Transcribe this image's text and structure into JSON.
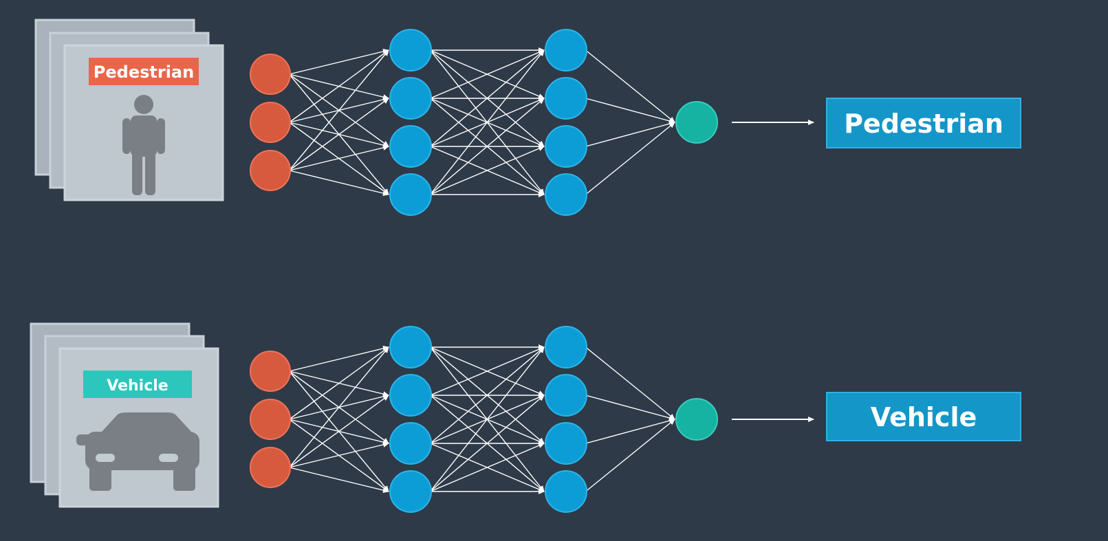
{
  "colors": {
    "background": "#2e3a48",
    "input_node": "#d85a3e",
    "hidden_node": "#0d9dd6",
    "output_node": "#16b3a3",
    "edge": "#ffffff",
    "image_frame": "#b7c0c9",
    "image_fill": "#c3cbd3",
    "icon": "#7a7f86",
    "result_box": "#1596c8"
  },
  "rows": [
    {
      "image_tag": {
        "text": "Pedestrian",
        "color": "#e8664a"
      },
      "image_icon": "pedestrian-icon",
      "network": {
        "layers": [
          3,
          4,
          4,
          1
        ]
      },
      "result": {
        "text": "Pedestrian"
      }
    },
    {
      "image_tag": {
        "text": "Vehicle",
        "color": "#2cc6bc"
      },
      "image_icon": "car-icon",
      "network": {
        "layers": [
          3,
          4,
          4,
          1
        ]
      },
      "result": {
        "text": "Vehicle"
      }
    }
  ]
}
